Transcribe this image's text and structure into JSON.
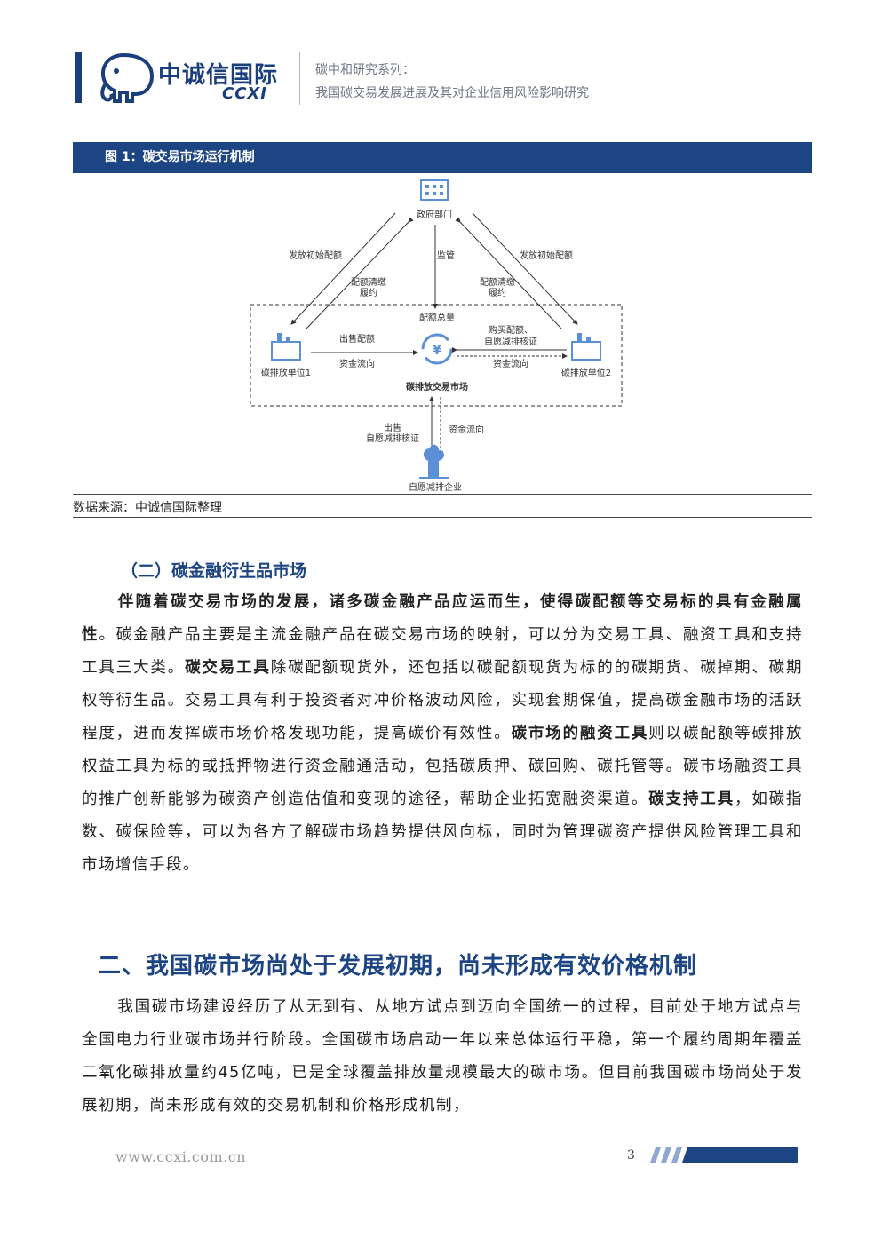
{
  "header": {
    "logo_cn": "中诚信国际",
    "logo_en": "CCXI",
    "series_title": "碳中和研究系列：",
    "report_title": "我国碳交易发展进展及其对企业信用风险影响研究"
  },
  "figure": {
    "caption": "图 1：碳交易市场运行机制",
    "nodes": {
      "government": "政府部门",
      "unit1": "碳排放单位1",
      "unit2": "碳排放单位2",
      "market": "碳排放交易市场",
      "voluntary": "自愿减排企业"
    },
    "labels": {
      "issue_quota_left": "发放初始配额",
      "regulate": "监管",
      "issue_quota_right": "发放初始配额",
      "quota_cancel_left_1": "配额清缴",
      "quota_cancel_left_2": "履约",
      "quota_cancel_right_1": "配额清缴",
      "quota_cancel_right_2": "履约",
      "total_quota": "配额总量",
      "sell_quota": "出售配额",
      "fund_flow_left": "资金流向",
      "buy_quota_1": "购买配额、",
      "buy_quota_2": "自愿减排核证",
      "fund_flow_right": "资金流向",
      "sell_bottom_1": "出售",
      "sell_bottom_2": "自愿减排核证",
      "fund_flow_bottom": "资金流向"
    },
    "source": "数据来源：中诚信国际整理"
  },
  "section_sub": {
    "heading": "（二）碳金融衍生品市场",
    "lead_bold": "伴随着碳交易市场的发展，诸多碳金融产品应运而生，使得碳配额等交易标的具有金融属性",
    "t1": "。碳金融产品主要是主流金融产品在碳交易市场的映射，可以分为交易工具、融资工具和支持工具三大类。",
    "b2": "碳交易工具",
    "t2": "除碳配额现货外，还包括以碳配额现货为标的的碳期货、碳掉期、碳期权等衍生品。交易工具有利于投资者对冲价格波动风险，实现套期保值，提高碳金融市场的活跃程度，进而发挥碳市场价格发现功能，提高碳价有效性。",
    "b3": "碳市场的融资工具",
    "t3": "则以碳配额等碳排放权益工具为标的或抵押物进行资金融通活动，包括碳质押、碳回购、碳托管等。碳市场融资工具的推广创新能够为碳资产创造估值和变现的途径，帮助企业拓宽融资渠道。",
    "b4": "碳支持工具",
    "t4": "，如碳指数、碳保险等，可以为各方了解碳市场趋势提供风向标，同时为管理碳资产提供风险管理工具和市场增信手段。"
  },
  "section_main": {
    "heading": "二、我国碳市场尚处于发展初期，尚未形成有效价格机制",
    "para": "我国碳市场建设经历了从无到有、从地方试点到迈向全国统一的过程，目前处于地方试点与全国电力行业碳市场并行阶段。全国碳市场启动一年以来总体运行平稳，第一个履约周期年覆盖二氧化碳排放量约45亿吨，已是全球覆盖排放量规模最大的碳市场。但目前我国碳市场尚处于发展初期，尚未形成有效的交易机制和价格形成机制，"
  },
  "footer": {
    "url": "www.ccxi.com.cn",
    "page": "3"
  },
  "colors": {
    "brand_blue": "#1d4483",
    "logo_blue": "#1b3f7c",
    "icon_blue": "#5b8fd6"
  }
}
